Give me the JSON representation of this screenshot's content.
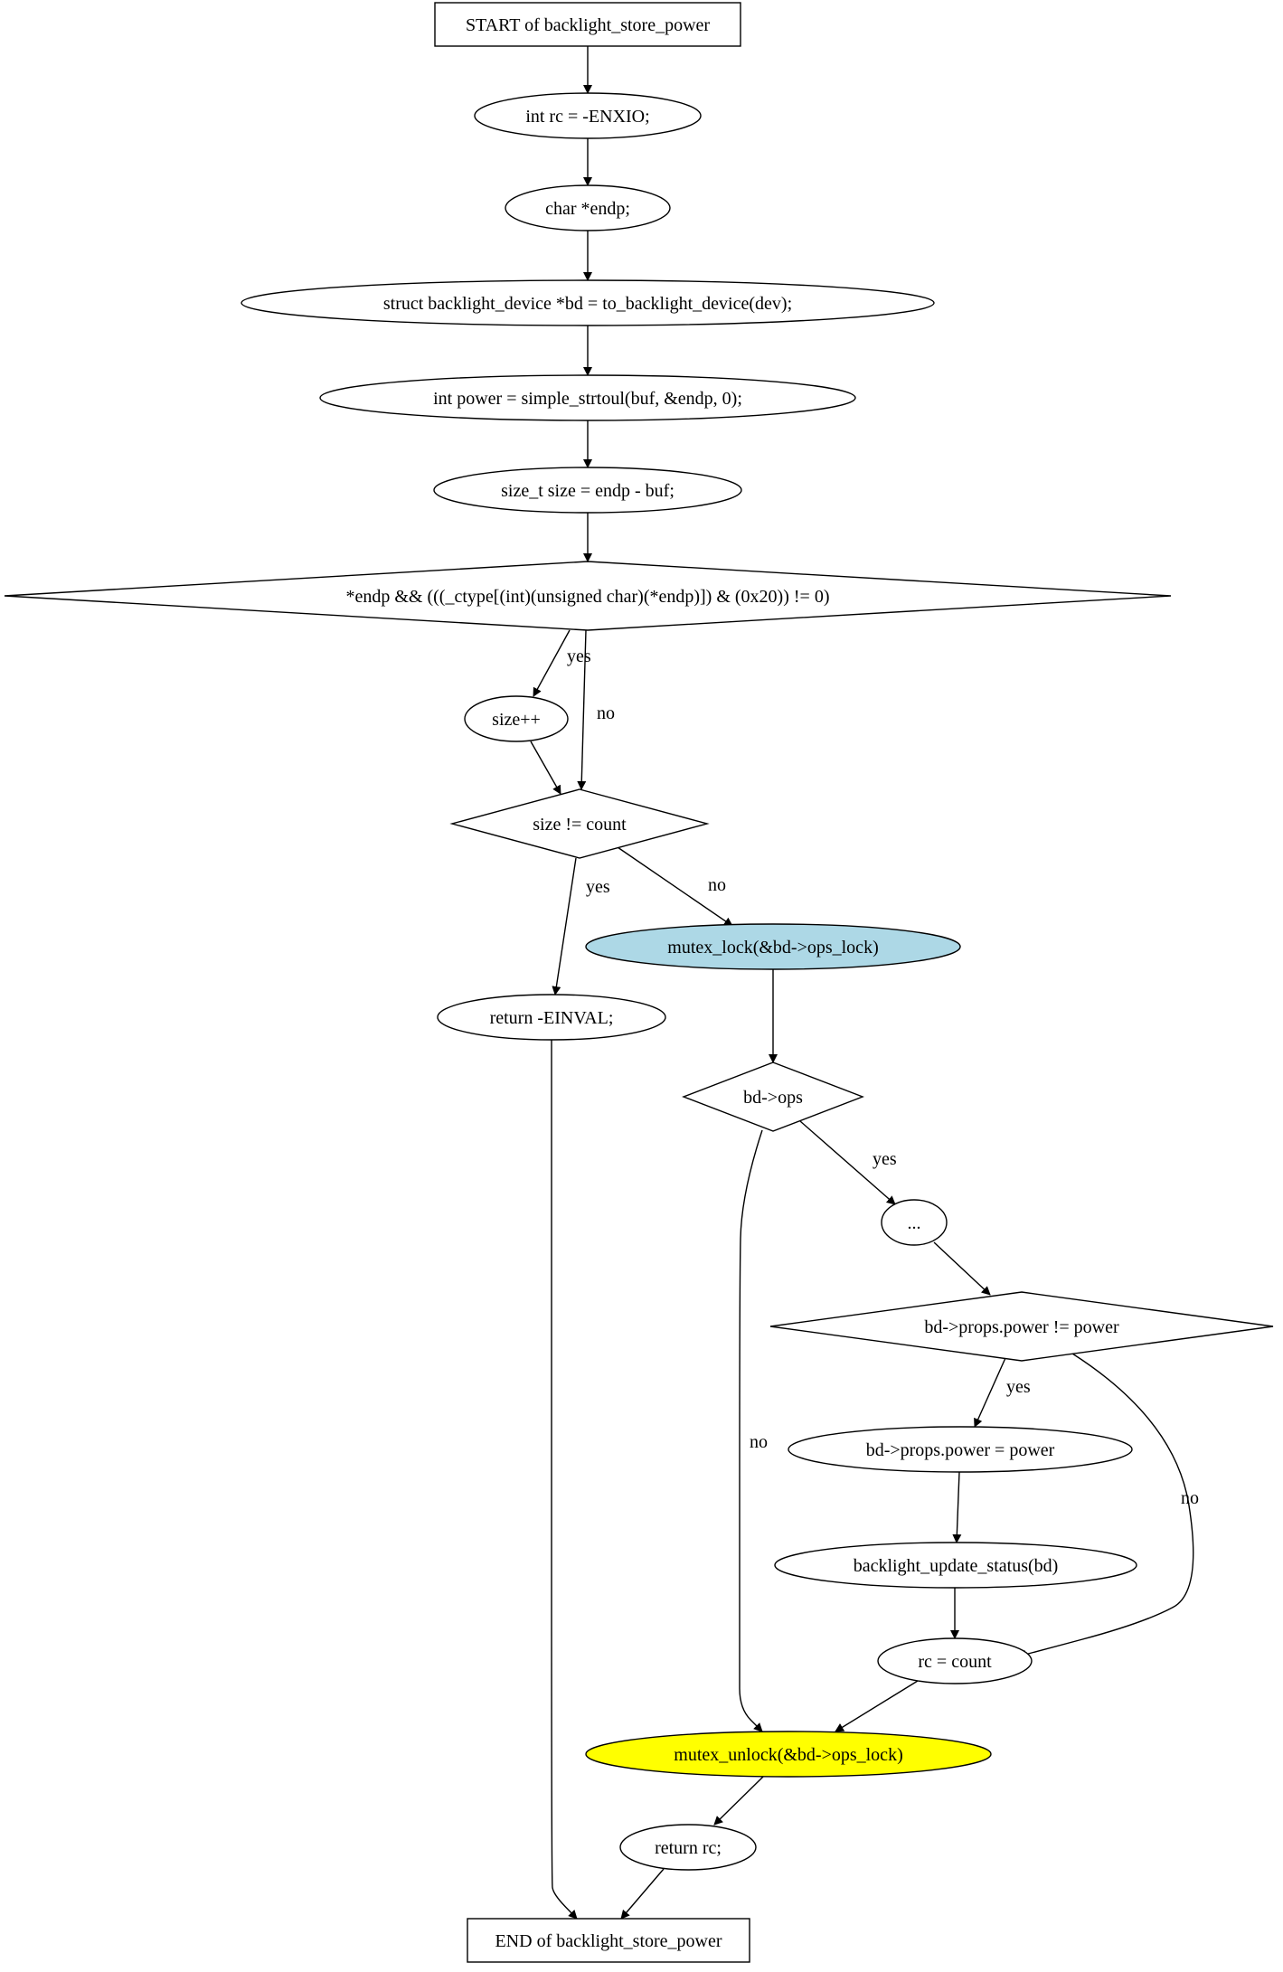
{
  "nodes": {
    "start": {
      "label": "START of backlight_store_power",
      "shape": "box",
      "fill": "#ffffff"
    },
    "init_rc": {
      "label": "int rc = -ENXIO;",
      "shape": "ellipse",
      "fill": "#ffffff"
    },
    "decl_endp": {
      "label": "char *endp;",
      "shape": "ellipse",
      "fill": "#ffffff"
    },
    "decl_bd": {
      "label": "struct backlight_device *bd = to_backlight_device(dev);",
      "shape": "ellipse",
      "fill": "#ffffff"
    },
    "decl_power": {
      "label": "int power = simple_strtoul(buf, &endp, 0);",
      "shape": "ellipse",
      "fill": "#ffffff"
    },
    "decl_size": {
      "label": "size_t size = endp - buf;",
      "shape": "ellipse",
      "fill": "#ffffff"
    },
    "cond_space": {
      "label": "*endp && (((_ctype[(int)(unsigned char)(*endp)]) & (0x20)) != 0)",
      "shape": "diamond",
      "fill": "#ffffff"
    },
    "size_inc": {
      "label": "size++",
      "shape": "ellipse",
      "fill": "#ffffff"
    },
    "cond_size": {
      "label": "size != count",
      "shape": "diamond",
      "fill": "#ffffff"
    },
    "mutex_lock": {
      "label": "mutex_lock(&bd->ops_lock)",
      "shape": "ellipse",
      "fill": "#add8e6"
    },
    "ret_einval": {
      "label": "return -EINVAL;",
      "shape": "ellipse",
      "fill": "#ffffff"
    },
    "cond_ops": {
      "label": "bd->ops",
      "shape": "diamond",
      "fill": "#ffffff"
    },
    "ellipsis": {
      "label": "...",
      "shape": "ellipse",
      "fill": "#ffffff"
    },
    "cond_power": {
      "label": "bd->props.power != power",
      "shape": "diamond",
      "fill": "#ffffff"
    },
    "assign_power": {
      "label": "bd->props.power = power",
      "shape": "ellipse",
      "fill": "#ffffff"
    },
    "update_status": {
      "label": "backlight_update_status(bd)",
      "shape": "ellipse",
      "fill": "#ffffff"
    },
    "rc_count": {
      "label": "rc = count",
      "shape": "ellipse",
      "fill": "#ffffff"
    },
    "mutex_unlock": {
      "label": "mutex_unlock(&bd->ops_lock)",
      "shape": "ellipse",
      "fill": "#ffff00"
    },
    "ret_rc": {
      "label": "return rc;",
      "shape": "ellipse",
      "fill": "#ffffff"
    },
    "end": {
      "label": "END of backlight_store_power",
      "shape": "box",
      "fill": "#ffffff"
    }
  },
  "edges": [
    {
      "from": "start",
      "to": "init_rc",
      "label": ""
    },
    {
      "from": "init_rc",
      "to": "decl_endp",
      "label": ""
    },
    {
      "from": "decl_endp",
      "to": "decl_bd",
      "label": ""
    },
    {
      "from": "decl_bd",
      "to": "decl_power",
      "label": ""
    },
    {
      "from": "decl_power",
      "to": "decl_size",
      "label": ""
    },
    {
      "from": "decl_size",
      "to": "cond_space",
      "label": ""
    },
    {
      "from": "cond_space",
      "to": "size_inc",
      "label": "yes"
    },
    {
      "from": "cond_space",
      "to": "cond_size",
      "label": "no"
    },
    {
      "from": "size_inc",
      "to": "cond_size",
      "label": ""
    },
    {
      "from": "cond_size",
      "to": "ret_einval",
      "label": "yes"
    },
    {
      "from": "cond_size",
      "to": "mutex_lock",
      "label": "no"
    },
    {
      "from": "mutex_lock",
      "to": "cond_ops",
      "label": ""
    },
    {
      "from": "cond_ops",
      "to": "ellipsis",
      "label": "yes"
    },
    {
      "from": "cond_ops",
      "to": "mutex_unlock",
      "label": "no"
    },
    {
      "from": "ellipsis",
      "to": "cond_power",
      "label": ""
    },
    {
      "from": "cond_power",
      "to": "assign_power",
      "label": "yes"
    },
    {
      "from": "cond_power",
      "to": "rc_count",
      "label": "no"
    },
    {
      "from": "assign_power",
      "to": "update_status",
      "label": ""
    },
    {
      "from": "update_status",
      "to": "rc_count",
      "label": ""
    },
    {
      "from": "rc_count",
      "to": "mutex_unlock",
      "label": ""
    },
    {
      "from": "mutex_unlock",
      "to": "ret_rc",
      "label": ""
    },
    {
      "from": "ret_rc",
      "to": "end",
      "label": ""
    },
    {
      "from": "ret_einval",
      "to": "end",
      "label": ""
    }
  ]
}
